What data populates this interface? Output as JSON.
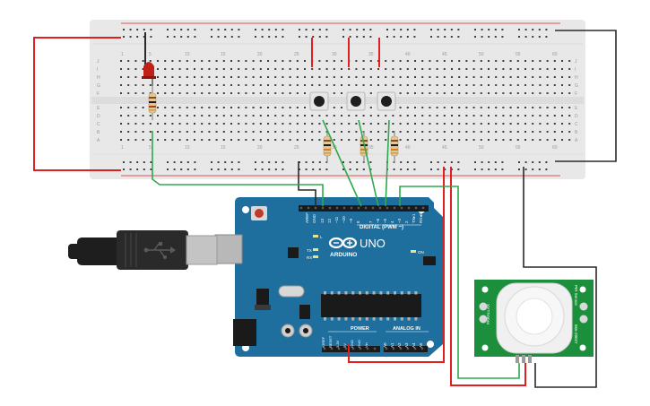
{
  "colors": {
    "breadboard": "#e8e8e8",
    "breadboard_hole": "#3f3f3f",
    "arduino_board": "#1f6f9e",
    "pir_board": "#1c8f3c",
    "wire_red": "#e02020",
    "wire_black": "#2a2a2a",
    "wire_green": "#2fa84f",
    "led_red": "#c0201a",
    "usb_cable": "#2a2a2a"
  },
  "breadboard": {
    "column_numbers": [
      "1",
      "5",
      "10",
      "15",
      "20",
      "25",
      "30",
      "35",
      "40",
      "45",
      "50",
      "55",
      "60"
    ],
    "row_letters_top": [
      "J",
      "I",
      "H",
      "G",
      "F"
    ],
    "row_letters_bottom": [
      "E",
      "D",
      "C",
      "B",
      "A"
    ]
  },
  "arduino": {
    "brand": "ARDUINO",
    "model": "UNO",
    "digital_label": "DIGITAL (PWM ~)",
    "power_label": "POWER",
    "analog_label": "ANALOG IN",
    "on_label": "ON",
    "l_label": "L",
    "tx_label": "TX",
    "rx_label": "RX",
    "aref_label": "AREF",
    "gnd_label": "GND",
    "digital_pins": [
      "13",
      "12",
      "~11",
      "~10",
      "~9",
      "8",
      "7",
      "~6",
      "~5",
      "4",
      "~3",
      "2",
      "TX▸1",
      "RX◂0"
    ],
    "power_pins": [
      "IOREF",
      "RESET",
      "3.3V",
      "5V",
      "GND",
      "GND",
      "Vin"
    ],
    "analog_pins": [
      "A0",
      "A1",
      "A2",
      "A3",
      "A4",
      "A5"
    ]
  },
  "pir": {
    "left_label": "PIR Sensor",
    "right_label": "555-28027",
    "bottom_label": "PARALLAX"
  }
}
